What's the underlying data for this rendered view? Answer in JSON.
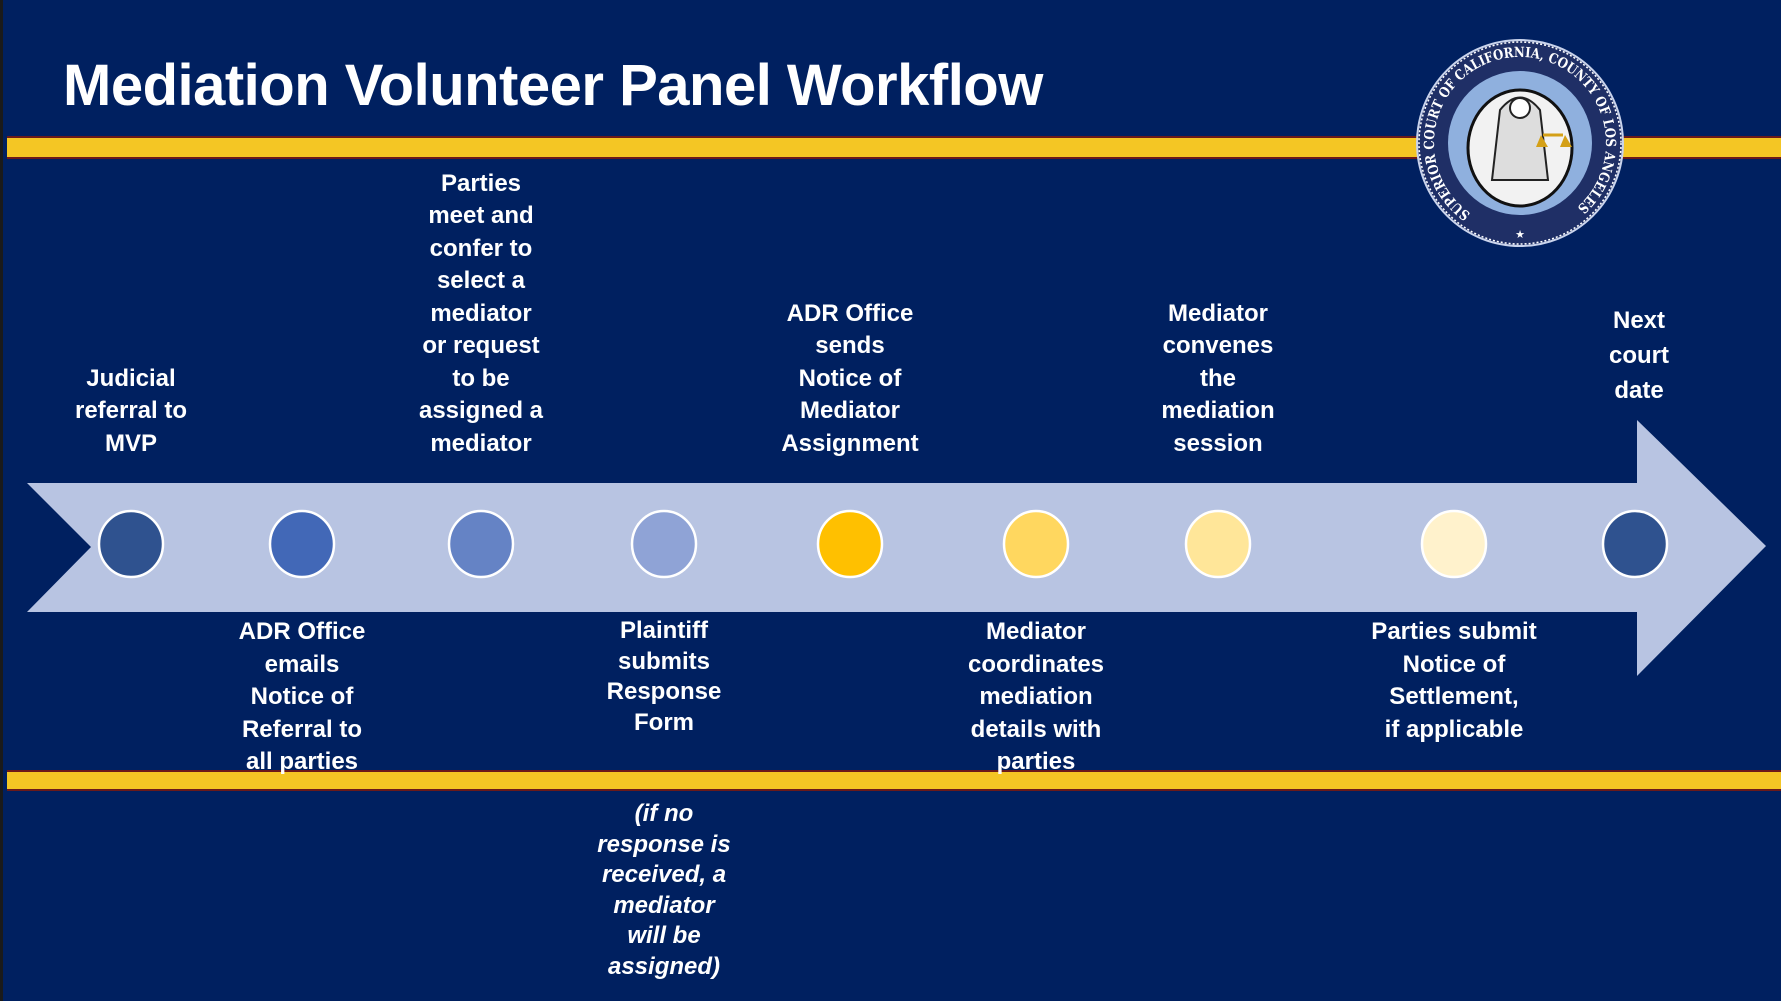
{
  "title": "Mediation Volunteer Panel Workflow",
  "seal": {
    "text": "SUPERIOR COURT OF CALIFORNIA, COUNTY OF LOS ANGELES",
    "star": "★"
  },
  "colors": {
    "background": "#002060",
    "gold": "#F4C624",
    "band": "#B8C4E2"
  },
  "steps": [
    {
      "lines": [
        "Judicial",
        "referral to",
        "MVP"
      ],
      "color": "#2F528F"
    },
    {
      "lines": [
        "ADR Office",
        "emails",
        "Notice of",
        "Referral to",
        "all parties"
      ],
      "color": "#4268B7"
    },
    {
      "lines": [
        "Parties",
        "meet and",
        "confer to",
        "select a",
        "mediator",
        "or request",
        "to be",
        "assigned a",
        "mediator"
      ],
      "color": "#6583C5"
    },
    {
      "lines": [
        "Plaintiff",
        "submits",
        "Response",
        "Form"
      ],
      "color": "#8FA3D6",
      "note": [
        "(if no",
        "response is",
        "received, a",
        "mediator",
        "will be",
        "assigned)"
      ]
    },
    {
      "lines": [
        "ADR Office",
        "sends",
        "Notice of",
        "Mediator",
        "Assignment"
      ],
      "color": "#FFC000"
    },
    {
      "lines": [
        "Mediator",
        "coordinates",
        "mediation",
        "details with",
        "parties"
      ],
      "color": "#FFD75F"
    },
    {
      "lines": [
        "Mediator",
        "convenes",
        "the",
        "mediation",
        "session"
      ],
      "color": "#FFE699"
    },
    {
      "lines": [
        "Parties submit",
        "Notice of",
        "Settlement,",
        "if applicable"
      ],
      "color": "#FFF2CC"
    },
    {
      "lines": [
        "Next",
        "court",
        "date"
      ],
      "color": "#2F528F"
    }
  ]
}
